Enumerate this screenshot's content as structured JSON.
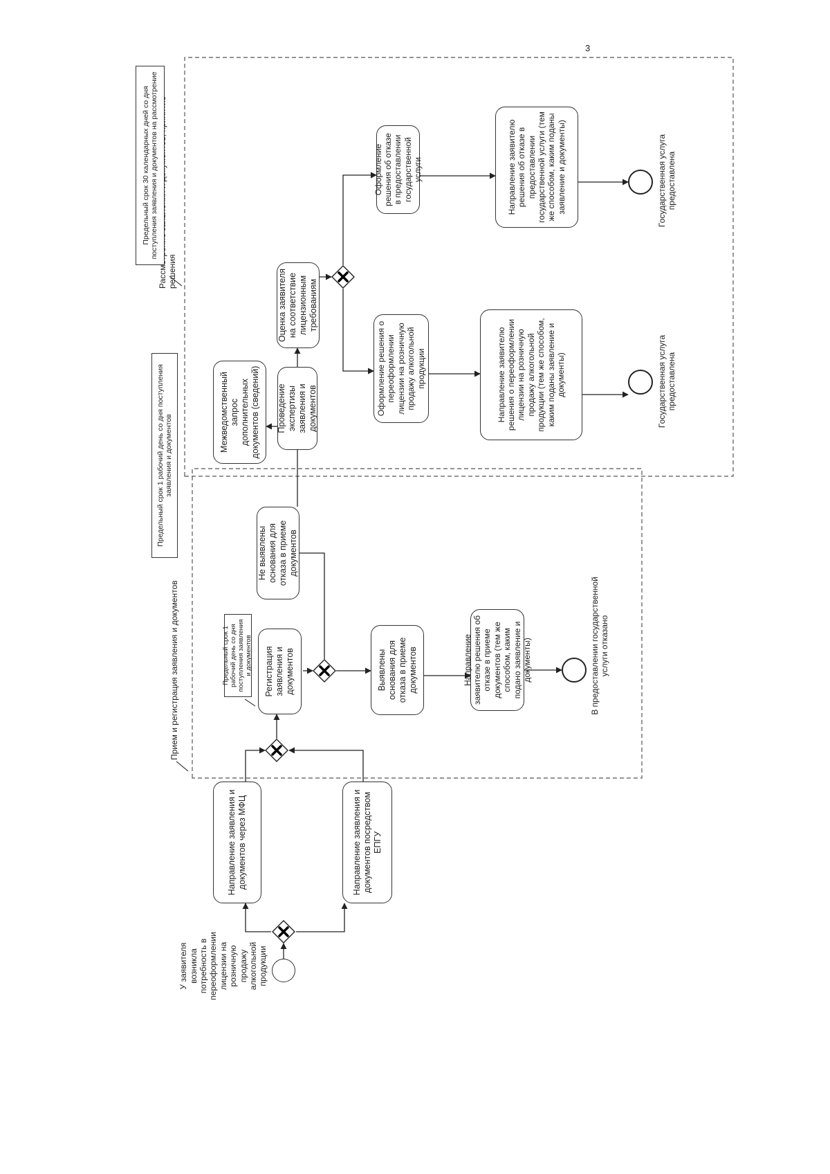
{
  "page_number": "3",
  "start_event_label": "У заявителя возникла потребность в переоформлении лицензии на розничную продажу алкогольной продукции",
  "submit_mfc": "Направление заявления и документов через МФЦ",
  "submit_epgu": "Направление заявления и документов посредством ЕПГУ",
  "section1": {
    "title": "Прием и регистрация заявления и документов",
    "deadline": "Предельный срок 1 рабочий день со дня поступления заявления и документов",
    "register": "Регистрация заявления и документов",
    "register_note": "Предельный срок 1 рабочий день со дня поступления заявления и документов",
    "no_grounds": "Не выявлены основания для отказа в приеме документов",
    "grounds_found": "Выявлены основания для отказа в приеме документов",
    "send_refusal_docs": "Направление заявителю решения об отказе в приеме документов (тем же способом, каким подано заявление и документы)",
    "end_refused": "В предоставлении государственной услуги отказано"
  },
  "section2": {
    "title": "Рассмотрение заявления и документов, принятие решения",
    "deadline": "Предельный срок 30 календарных дней со дня поступления заявления и документов на рассмотрение",
    "interagency": "Межведомственный запрос дополнительных документов (сведений)",
    "examination": "Проведение экспертизы заявления и документов",
    "assessment": "Оценка заявителя на соответствие лицензионным требованиям",
    "decision_reissue": "Оформление решения о переоформлении лицензии на розничную продажу алкогольной продукции",
    "decision_refusal": "Оформление решения об отказе в предоставлении государственной услуги",
    "send_reissue": "Направление заявителю решения о переоформлении лицензии на розничную продажу алкогольной продукции (тем же способом, каким поданы заявление и документы)",
    "send_refusal": "Направление заявителю решения об отказе в предоставлении государственной услуги (тем же способом, каким поданы заявление и документы)",
    "end_provided_1": "Государственная услуга предоставлена",
    "end_provided_2": "Государственная услуга предоставлена"
  }
}
